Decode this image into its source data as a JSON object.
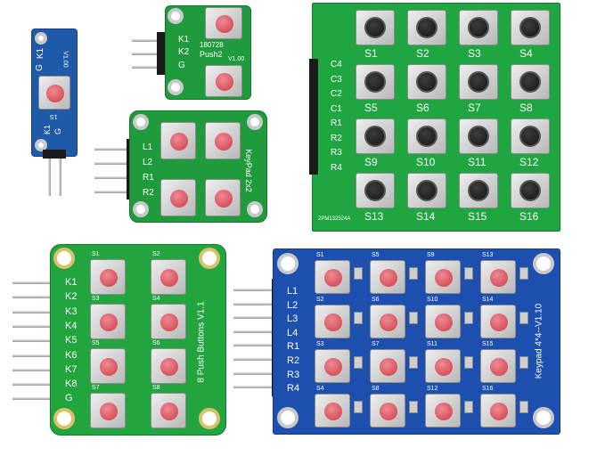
{
  "single_button": {
    "labels": [
      "K1",
      "G",
      "V1.00",
      "1S"
    ]
  },
  "push2": {
    "labels": [
      "K1",
      "K2",
      "G",
      "180728",
      "Push2",
      "V1.00"
    ]
  },
  "keypad_2x2": {
    "pin_labels": [
      "L1",
      "L2",
      "R1",
      "R2"
    ],
    "title": "KeyPad 2x2"
  },
  "keypad_4x4_green": {
    "pin_labels": [
      "C4",
      "C3",
      "C2",
      "C1",
      "R1",
      "R2",
      "R3",
      "R4"
    ],
    "switch_labels": [
      "S1",
      "S2",
      "S3",
      "S4",
      "S5",
      "S6",
      "S7",
      "S8",
      "S9",
      "S10",
      "S11",
      "S12",
      "S13",
      "S14",
      "S15",
      "S16"
    ],
    "code": "2PM132524A"
  },
  "push_buttons_8": {
    "pin_labels": [
      "K1",
      "K2",
      "K3",
      "K4",
      "K5",
      "K6",
      "K7",
      "K8",
      "G"
    ],
    "switch_labels": [
      "S1",
      "S2",
      "S3",
      "S4",
      "S5",
      "S6",
      "S7",
      "S8"
    ],
    "title": "8 Push Buttons V1.1"
  },
  "keypad_4x4_blue": {
    "pin_labels": [
      "L1",
      "L2",
      "L3",
      "L4",
      "R1",
      "R2",
      "R3",
      "R4"
    ],
    "switch_labels": [
      "S1",
      "S5",
      "S9",
      "S13",
      "S2",
      "S6",
      "S10",
      "S14",
      "S3",
      "S7",
      "S11",
      "S15",
      "S4",
      "S8",
      "S12",
      "S16"
    ],
    "title": "Keypad 4*4--V1.10"
  }
}
